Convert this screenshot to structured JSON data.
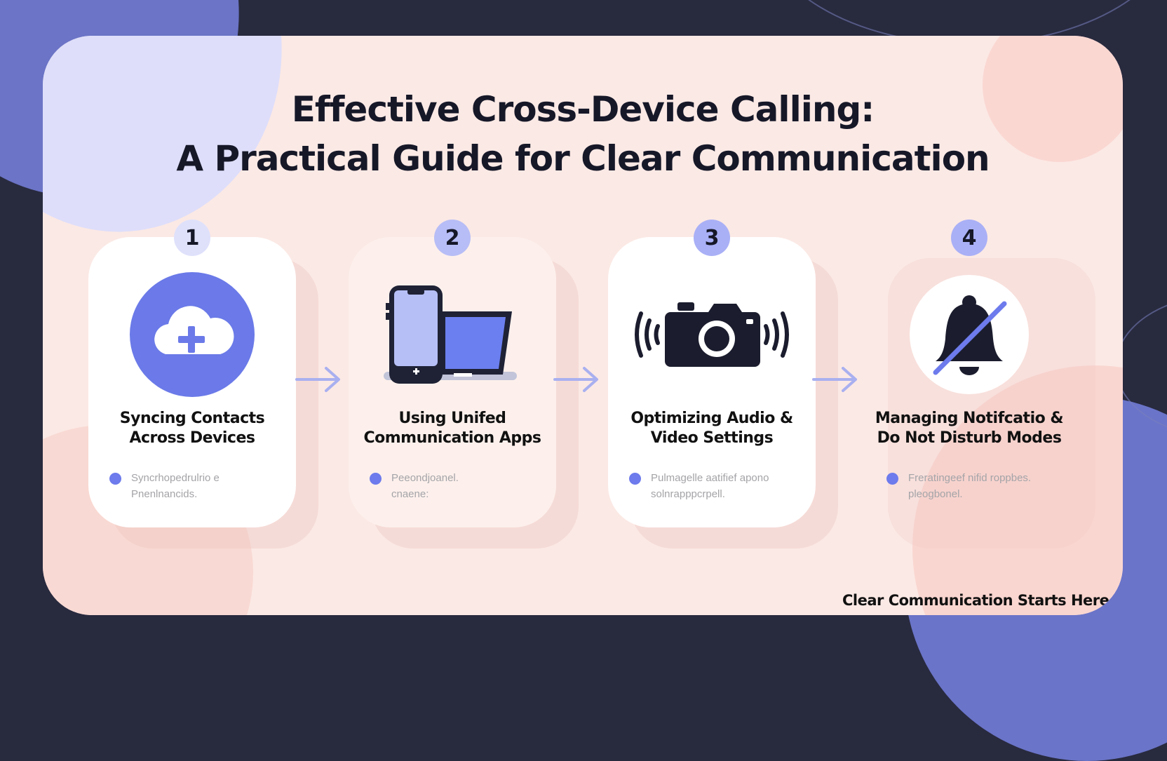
{
  "colors": {
    "background_dark": "#282a3e",
    "panel": "#fbe9e5",
    "accent": "#6d7bec",
    "accent_light": "#b8bff5",
    "ink": "#161828"
  },
  "title": {
    "line1": "Effective Cross-Device Calling:",
    "line2": "A Practical Guide for Clear Communication"
  },
  "steps": [
    {
      "number": "1",
      "icon": "cloud-plus-icon",
      "title_line1": "Syncing Contacts",
      "title_line2": "Across Devices",
      "bullet_line1": "Syncrhopedrulrio e",
      "bullet_line2": "Pnenlnancids."
    },
    {
      "number": "2",
      "icon": "phone-laptop-icon",
      "title_line1": "Using Unifed",
      "title_line2": "Communication Apps",
      "bullet_line1": "Peeondjoanel.",
      "bullet_line2": "cnaene:"
    },
    {
      "number": "3",
      "icon": "camera-audio-icon",
      "title_line1": "Optimizing Audio &",
      "title_line2": "Video Settings",
      "bullet_line1": "Pulmagelle aatifief apono",
      "bullet_line2": "solnrapppcrpell."
    },
    {
      "number": "4",
      "icon": "bell-off-icon",
      "title_line1": "Managing Notifcatio  &",
      "title_line2": "Do Not Disturb Modes",
      "bullet_line1": "Freratingeef nifid roppbes.",
      "bullet_line2": "pleogbonel."
    }
  ],
  "footer": {
    "tagline": "Clear Communication Starts Here"
  }
}
